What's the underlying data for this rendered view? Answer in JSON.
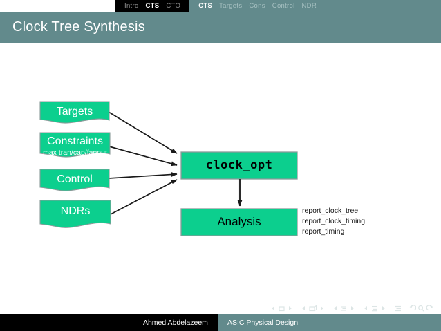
{
  "navbar": {
    "group_left": {
      "items": [
        {
          "label": "Intro",
          "active": false
        },
        {
          "label": "CTS",
          "active": true
        },
        {
          "label": "CTO",
          "active": false
        }
      ]
    },
    "group_right": {
      "items": [
        {
          "label": "CTS",
          "active": true
        },
        {
          "label": "Targets",
          "active": false
        },
        {
          "label": "Cons",
          "active": false
        },
        {
          "label": "Control",
          "active": false
        },
        {
          "label": "NDR",
          "active": false
        }
      ]
    }
  },
  "title": "Clock Tree Synthesis",
  "diagram": {
    "inputs": [
      {
        "label": "Targets",
        "sub": ""
      },
      {
        "label": "Constraints",
        "sub": "max tran/cap/fanout"
      },
      {
        "label": "Control",
        "sub": ""
      },
      {
        "label": "NDRs",
        "sub": ""
      }
    ],
    "process": {
      "label": "clock_opt"
    },
    "analysis": {
      "label": "Analysis"
    },
    "reports": [
      "report_clock_tree",
      "report_clock_timing",
      "report_timing"
    ]
  },
  "nav_symbols": [
    "slide-prev-icon",
    "slide-icon",
    "slide-next-icon",
    "frame-prev-icon",
    "frame-icon",
    "frame-next-icon",
    "subsection-prev-icon",
    "subsection-icon",
    "subsection-next-icon",
    "section-prev-icon",
    "section-icon",
    "section-next-icon",
    "presentation-icon",
    "back-icon",
    "search-icon",
    "forward-icon"
  ],
  "footer": {
    "author": "Ahmed Abdelazeem",
    "course": "ASIC Physical Design"
  },
  "colors": {
    "theme_teal": "#628a8c",
    "theme_dark": "#000000",
    "box_green": "#0ccf8e",
    "box_border": "#8a9a99",
    "arrow": "#1a1a1a"
  }
}
